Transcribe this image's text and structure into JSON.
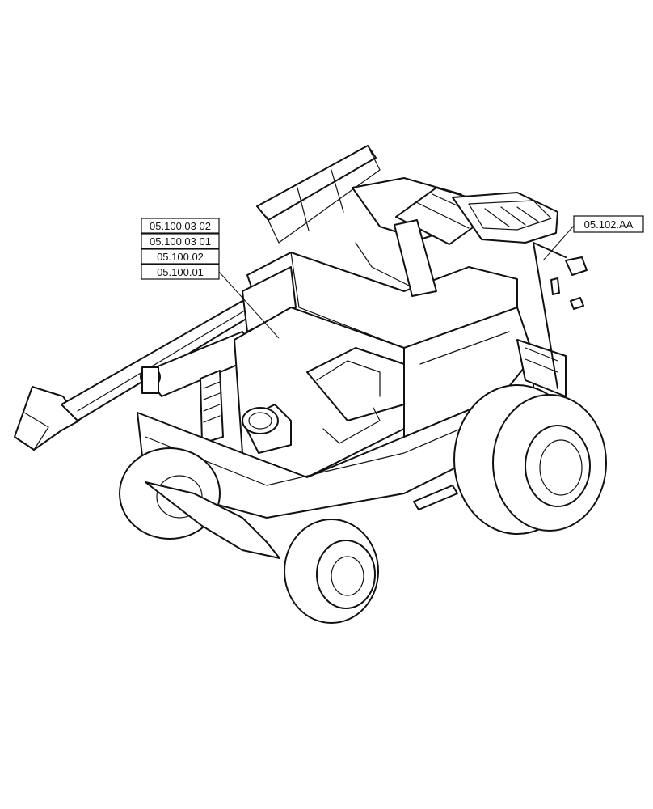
{
  "callouts": {
    "left_stack": [
      "05.100.03 02",
      "05.100.03 01",
      "05.100.02",
      "05.100.01"
    ],
    "right": "05.102.AA"
  },
  "colors": {
    "line": "#111111",
    "background": "#ffffff"
  }
}
